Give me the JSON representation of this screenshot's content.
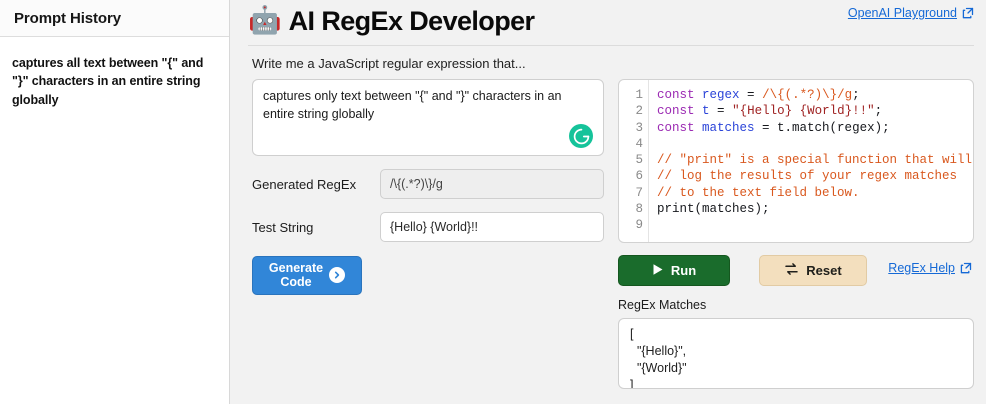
{
  "sidebar": {
    "title": "Prompt History",
    "items": [
      {
        "text": "captures all text between \"{\" and \"}\" characters in an entire string globally"
      }
    ]
  },
  "header": {
    "robot_icon": "🤖",
    "title": "AI RegEx Developer",
    "playground_link": "OpenAI Playground",
    "playground_icon": "external-link-icon"
  },
  "prompt": {
    "label": "Write me a JavaScript regular expression that...",
    "value": "captures only text between \"{\" and \"}\" characters in an entire string globally",
    "placeholder": "Write me a JavaScript regular expression that...",
    "assistant_icon": "grammarly-icon",
    "assistant_glyph": "G"
  },
  "fields": {
    "regex_label": "Generated RegEx",
    "regex_value": "/\\{(.*?)\\}/g",
    "test_label": "Test String",
    "test_value": "{Hello} {World}!!"
  },
  "generate": {
    "line1": "Generate",
    "line2": "Code",
    "arrow_icon": "chevron-right-circle-icon",
    "color": "#3186d8"
  },
  "editor": {
    "line_numbers": [
      "1",
      "2",
      "3",
      "4",
      "5",
      "6",
      "7",
      "8",
      "9"
    ],
    "lines": [
      [
        {
          "t": "const",
          "c": "kw"
        },
        {
          "t": " ",
          "c": "plain"
        },
        {
          "t": "regex",
          "c": "var"
        },
        {
          "t": " = ",
          "c": "plain"
        },
        {
          "t": "/\\{(.*?)\\}/g",
          "c": "rgx"
        },
        {
          "t": ";",
          "c": "plain"
        }
      ],
      [
        {
          "t": "const",
          "c": "kw"
        },
        {
          "t": " ",
          "c": "plain"
        },
        {
          "t": "t",
          "c": "var"
        },
        {
          "t": " = ",
          "c": "plain"
        },
        {
          "t": "\"{Hello} {World}!!\"",
          "c": "str"
        },
        {
          "t": ";",
          "c": "plain"
        }
      ],
      [
        {
          "t": "const",
          "c": "kw"
        },
        {
          "t": " ",
          "c": "plain"
        },
        {
          "t": "matches",
          "c": "var"
        },
        {
          "t": " = t.match(regex);",
          "c": "plain"
        }
      ],
      [],
      [
        {
          "t": "// \"print\" is a special function that will",
          "c": "cmt"
        }
      ],
      [
        {
          "t": "// log the results of your regex matches",
          "c": "cmt"
        }
      ],
      [
        {
          "t": "// to the text field below.",
          "c": "cmt"
        }
      ],
      [
        {
          "t": "print(matches);",
          "c": "plain"
        }
      ],
      []
    ]
  },
  "actions": {
    "run_label": "Run",
    "run_icon": "play-icon",
    "run_color": "#1a6c2c",
    "reset_label": "Reset",
    "reset_icon": "swap-arrows-icon",
    "reset_color": "#f3dfbe",
    "help_link": "RegEx Help",
    "help_icon": "external-link-icon"
  },
  "matches": {
    "label": "RegEx Matches",
    "value": "[\n  \"{Hello}\",\n  \"{World}\"\n]"
  }
}
